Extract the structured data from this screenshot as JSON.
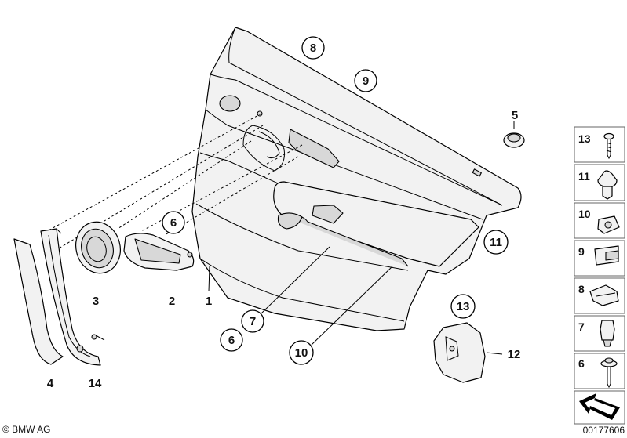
{
  "footer": {
    "copyright": "© BMW AG",
    "diagram_number": "00177606"
  },
  "callouts": {
    "c8": "8",
    "c9": "9",
    "c5": "5",
    "c6a": "6",
    "c11": "11",
    "c13": "13",
    "c12": "12",
    "c10": "10",
    "c7": "7",
    "c6b": "6",
    "c3": "3",
    "c2": "2",
    "c1": "1",
    "c4": "4",
    "c14": "14"
  },
  "sidebar": {
    "items": [
      {
        "label": "13",
        "icon": "screw-icon"
      },
      {
        "label": "11",
        "icon": "expanding-rivet-icon"
      },
      {
        "label": "10",
        "icon": "clip-nut-icon"
      },
      {
        "label": "9",
        "icon": "clip-icon"
      },
      {
        "label": "8",
        "icon": "retainer-clip-icon"
      },
      {
        "label": "7",
        "icon": "plug-clip-icon"
      },
      {
        "label": "6",
        "icon": "collar-screw-icon"
      }
    ]
  }
}
